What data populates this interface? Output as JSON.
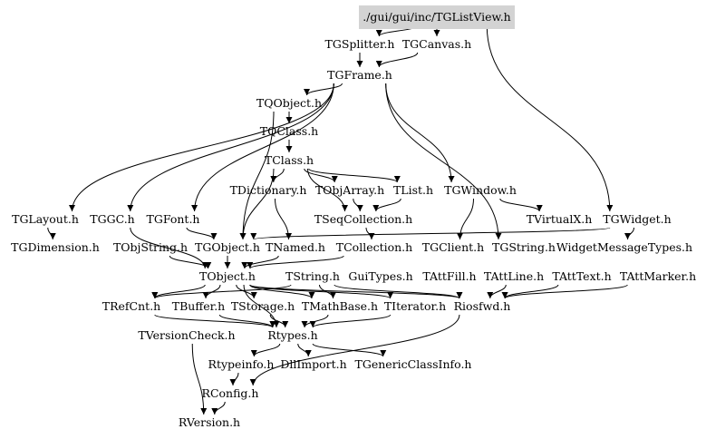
{
  "graph": {
    "root": "./gui/gui/inc/TGListView.h",
    "nodes": {
      "tgsplitter": "TGSplitter.h",
      "tgcanvas": "TGCanvas.h",
      "tgframe": "TGFrame.h",
      "tqobject": "TQObject.h",
      "tqclass": "TQClass.h",
      "tclass": "TClass.h",
      "tdictionary": "TDictionary.h",
      "tobjarray": "TObjArray.h",
      "tlist": "TList.h",
      "tgwindow": "TGWindow.h",
      "tglayout": "TGLayout.h",
      "tggc": "TGGC.h",
      "tgfont": "TGFont.h",
      "tseqcollection": "TSeqCollection.h",
      "tvirtualx": "TVirtualX.h",
      "tgwidget": "TGWidget.h",
      "tgdimension": "TGDimension.h",
      "tobjstring": "TObjString.h",
      "tgobject": "TGObject.h",
      "tnamed": "TNamed.h",
      "tcollection": "TCollection.h",
      "tgclient": "TGClient.h",
      "tgstring": "TGString.h",
      "widgetmessagetypes": "WidgetMessageTypes.h",
      "tobject": "TObject.h",
      "tstring": "TString.h",
      "guitypes": "GuiTypes.h",
      "tattfill": "TAttFill.h",
      "tattline": "TAttLine.h",
      "tatttext": "TAttText.h",
      "tattmarker": "TAttMarker.h",
      "trefcnt": "TRefCnt.h",
      "tbuffer": "TBuffer.h",
      "tstorage": "TStorage.h",
      "tmathbase": "TMathBase.h",
      "titerator": "TIterator.h",
      "riosfwd": "Riosfwd.h",
      "tversioncheck": "TVersionCheck.h",
      "rtypes": "Rtypes.h",
      "rtypeinfo": "Rtypeinfo.h",
      "dllimport": "DllImport.h",
      "tgenericclassinfo": "TGenericClassInfo.h",
      "rconfig": "RConfig.h",
      "rversion": "RVersion.h"
    },
    "edges": [
      [
        "root",
        "tgsplitter"
      ],
      [
        "root",
        "tgcanvas"
      ],
      [
        "root",
        "tgwidget"
      ],
      [
        "tgsplitter",
        "tgframe"
      ],
      [
        "tgcanvas",
        "tgframe"
      ],
      [
        "tgframe",
        "tqobject"
      ],
      [
        "tgframe",
        "tglayout"
      ],
      [
        "tgframe",
        "tggc"
      ],
      [
        "tgframe",
        "tgfont"
      ],
      [
        "tgframe",
        "tgwindow"
      ],
      [
        "tgframe",
        "tgstring"
      ],
      [
        "tqobject",
        "tqclass"
      ],
      [
        "tqobject",
        "tgobject"
      ],
      [
        "tqclass",
        "tclass"
      ],
      [
        "tclass",
        "tdictionary"
      ],
      [
        "tclass",
        "tobjarray"
      ],
      [
        "tclass",
        "tlist"
      ],
      [
        "tclass",
        "tgobject"
      ],
      [
        "tclass",
        "tseqcollection"
      ],
      [
        "tdictionary",
        "tnamed"
      ],
      [
        "tobjarray",
        "tseqcollection"
      ],
      [
        "tlist",
        "tseqcollection"
      ],
      [
        "tgwindow",
        "tvirtualx"
      ],
      [
        "tgwindow",
        "tgclient"
      ],
      [
        "tseqcollection",
        "tcollection"
      ],
      [
        "tglayout",
        "tgdimension"
      ],
      [
        "tggc",
        "tobject"
      ],
      [
        "tgfont",
        "tgobject"
      ],
      [
        "tgwidget",
        "widgetmessagetypes"
      ],
      [
        "tgwidget",
        "tgobject"
      ],
      [
        "tgobject",
        "tobject"
      ],
      [
        "tobjstring",
        "tobject"
      ],
      [
        "tnamed",
        "tobject"
      ],
      [
        "tcollection",
        "tobject"
      ],
      [
        "tobject",
        "trefcnt"
      ],
      [
        "tobject",
        "tbuffer"
      ],
      [
        "tobject",
        "tstorage"
      ],
      [
        "tobject",
        "tmathbase"
      ],
      [
        "tobject",
        "titerator"
      ],
      [
        "tobject",
        "rtypes"
      ],
      [
        "tobject",
        "riosfwd"
      ],
      [
        "tstring",
        "trefcnt"
      ],
      [
        "tstring",
        "tmathbase"
      ],
      [
        "tstring",
        "riosfwd"
      ],
      [
        "tattline",
        "riosfwd"
      ],
      [
        "tatttext",
        "riosfwd"
      ],
      [
        "tattmarker",
        "riosfwd"
      ],
      [
        "trefcnt",
        "rtypes"
      ],
      [
        "tbuffer",
        "rtypes"
      ],
      [
        "tstorage",
        "rtypes"
      ],
      [
        "tmathbase",
        "rtypes"
      ],
      [
        "titerator",
        "rtypes"
      ],
      [
        "riosfwd",
        "rconfig"
      ],
      [
        "rtypes",
        "rtypeinfo"
      ],
      [
        "rtypes",
        "dllimport"
      ],
      [
        "rtypes",
        "tgenericclassinfo"
      ],
      [
        "tversioncheck",
        "rversion"
      ],
      [
        "rtypeinfo",
        "rconfig"
      ],
      [
        "rconfig",
        "rversion"
      ]
    ]
  }
}
